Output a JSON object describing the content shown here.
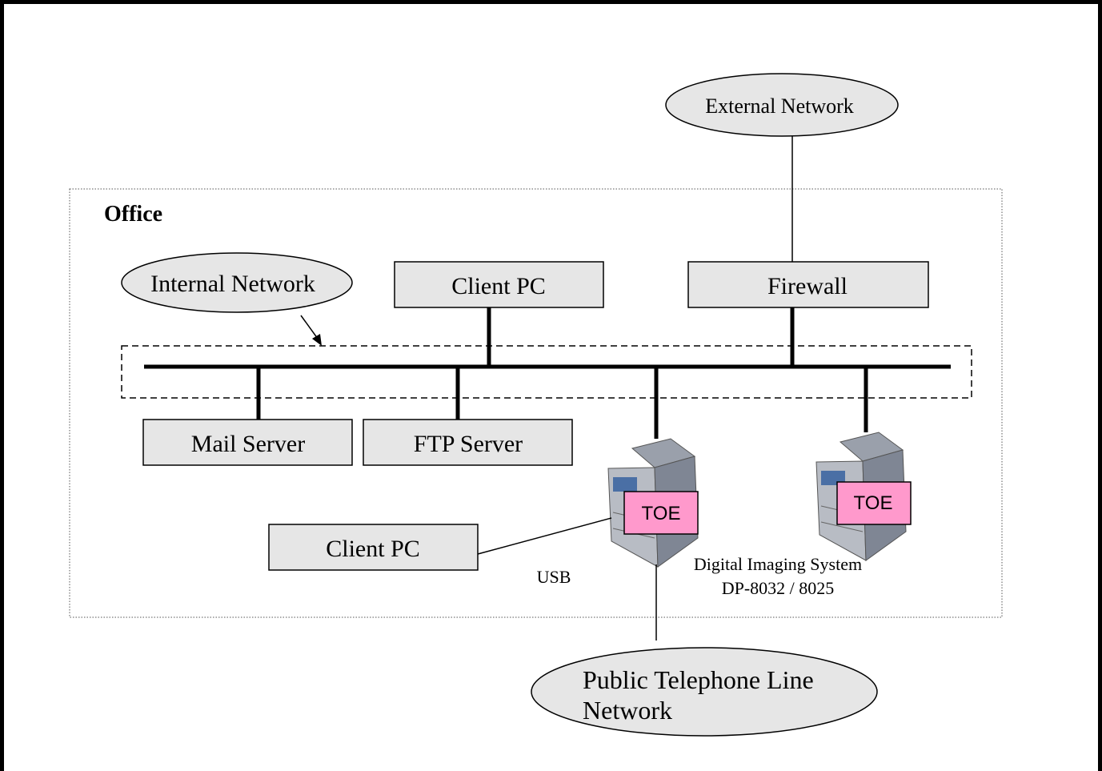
{
  "office": {
    "label": "Office"
  },
  "ellipses": {
    "external_network": "External Network",
    "internal_network": "Internal Network",
    "public_telephone_line": [
      "Public Telephone Line",
      "Network"
    ]
  },
  "boxes": {
    "client_pc_top": "Client PC",
    "firewall": "Firewall",
    "mail_server": "Mail Server",
    "ftp_server": "FTP Server",
    "client_pc_usb": "Client PC"
  },
  "labels": {
    "usb": "USB",
    "system_name": "Digital Imaging System",
    "system_model": "DP-8032 / 8025"
  },
  "toe": {
    "left": "TOE",
    "right": "TOE"
  },
  "colors": {
    "box_fill": "#e6e6e6",
    "toe_fill": "#ff99cc",
    "line": "#000000",
    "printer_body": "#b8bcc4",
    "printer_shade": "#7f8694"
  }
}
